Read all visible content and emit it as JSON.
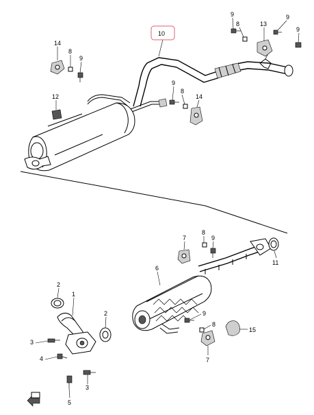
{
  "callouts": {
    "c10": "10",
    "c9a": "9",
    "c8a": "8",
    "c13": "13",
    "c9b": "9",
    "c9c": "9",
    "c14a": "14",
    "c8b": "8",
    "c9d": "9",
    "c12": "12",
    "c9e": "9",
    "c8c": "8",
    "c14b": "14",
    "c7a": "7",
    "c8d": "8",
    "c9f": "9",
    "c11": "11",
    "c6": "6",
    "c2a": "2",
    "c1": "1",
    "c2b": "2",
    "c3a": "3",
    "c4": "4",
    "c5": "5",
    "c3b": "3",
    "c9g": "9",
    "c8e": "8",
    "c15": "15",
    "c7b": "7"
  },
  "highlight_color": "#e06070"
}
